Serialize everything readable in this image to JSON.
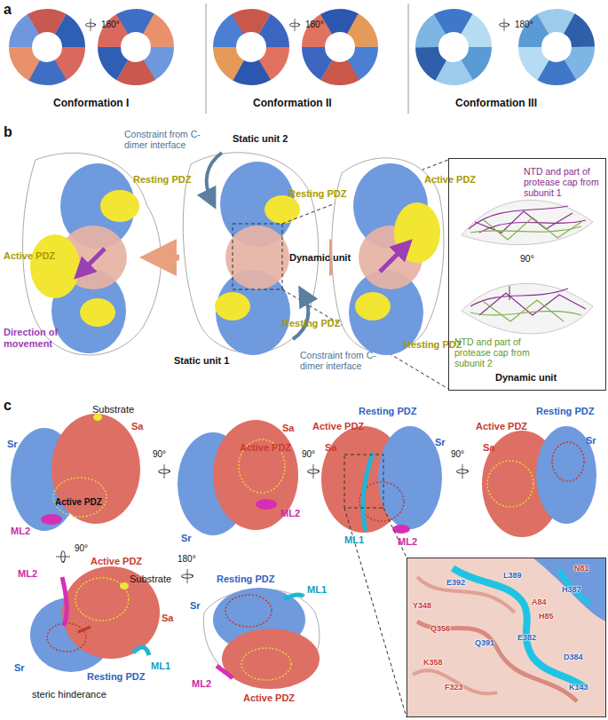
{
  "diagram": {
    "nodes": [
      {
        "text": [
          "NTD and part of protease cap from subunit 1",
          "NTD and part of protease cap from subunit 2",
          "90°",
          "Dynamic unit"
        ]
      },
      {
        "text": [
          "N81",
          "E392",
          "L389",
          "H387",
          "Y348",
          "A84",
          "H85",
          "Q356",
          "Q391",
          "E382",
          "D384",
          "K358",
          "F323",
          "K143"
        ]
      }
    ],
    "labels": [
      "a",
      "180°",
      "Conformation I",
      "180°",
      "Conformation II",
      "180°",
      "Conformation III",
      "b",
      "Constraint from C-dimer interface",
      "Static unit 2",
      "Resting PDZ",
      "Active PDZ",
      "Direction of movement",
      "Resting PDZ",
      "Dynamic unit",
      "Resting PDZ",
      "Static unit 1",
      "Constraint from C-dimer interface",
      "Active PDZ",
      "Resting PDZ",
      "c",
      "Sr",
      "Substrate",
      "Sa",
      "Active PDZ",
      "ML2",
      "90°",
      "Sa",
      "Active PDZ",
      "ML2",
      "Sr",
      "90°",
      "Resting PDZ",
      "Active PDZ",
      "Sa",
      "Sr",
      "ML1",
      "ML2",
      "90°",
      "Active PDZ",
      "Resting PDZ",
      "Sr",
      "Sa",
      "90°",
      "ML2",
      "Active PDZ",
      "Substrate",
      "Sa",
      "ML1",
      "Resting PDZ",
      "Sr",
      "steric hinderance",
      "180°",
      "Resting PDZ",
      "ML1",
      "Sr",
      "ML2",
      "Active PDZ"
    ]
  }
}
